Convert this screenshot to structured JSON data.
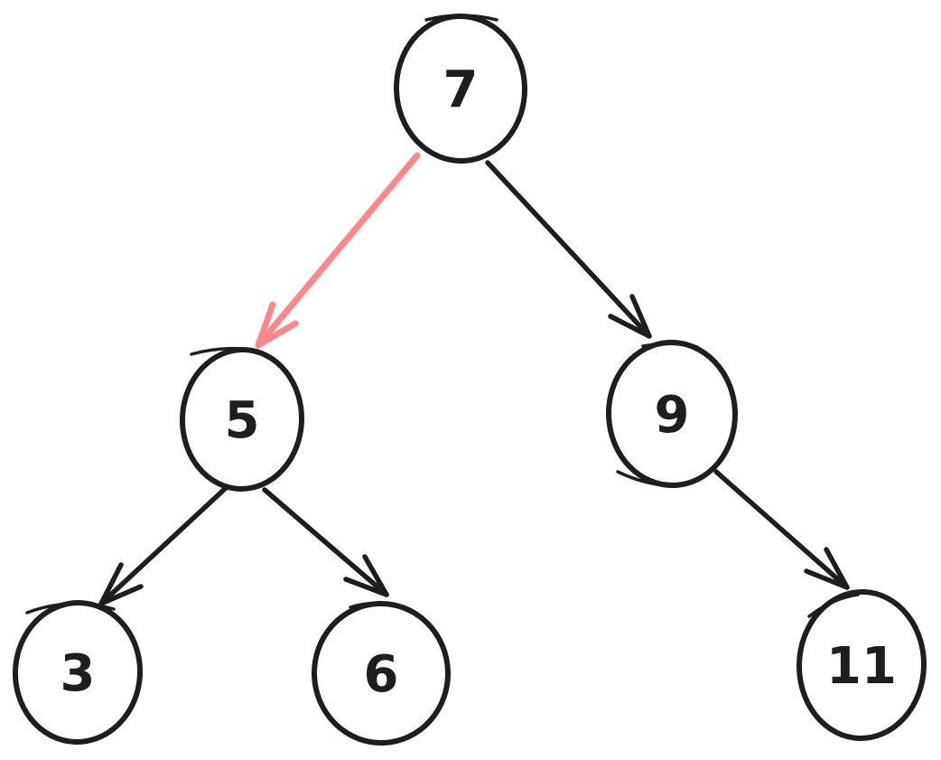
{
  "colors": {
    "ink": "#1e1e1e",
    "highlight": "#ff8787",
    "canvas": "#ffffff"
  },
  "tree": {
    "type": "binary-tree",
    "nodes": [
      {
        "value": "7"
      },
      {
        "value": "5"
      },
      {
        "value": "9"
      },
      {
        "value": "3"
      },
      {
        "value": "6"
      },
      {
        "value": "11"
      }
    ],
    "edges": [
      {
        "from": "7",
        "to": "5",
        "style": "highlight"
      },
      {
        "from": "7",
        "to": "9",
        "style": "ink"
      },
      {
        "from": "5",
        "to": "3",
        "style": "ink"
      },
      {
        "from": "5",
        "to": "6",
        "style": "ink"
      },
      {
        "from": "9",
        "to": "11",
        "style": "ink"
      }
    ]
  }
}
